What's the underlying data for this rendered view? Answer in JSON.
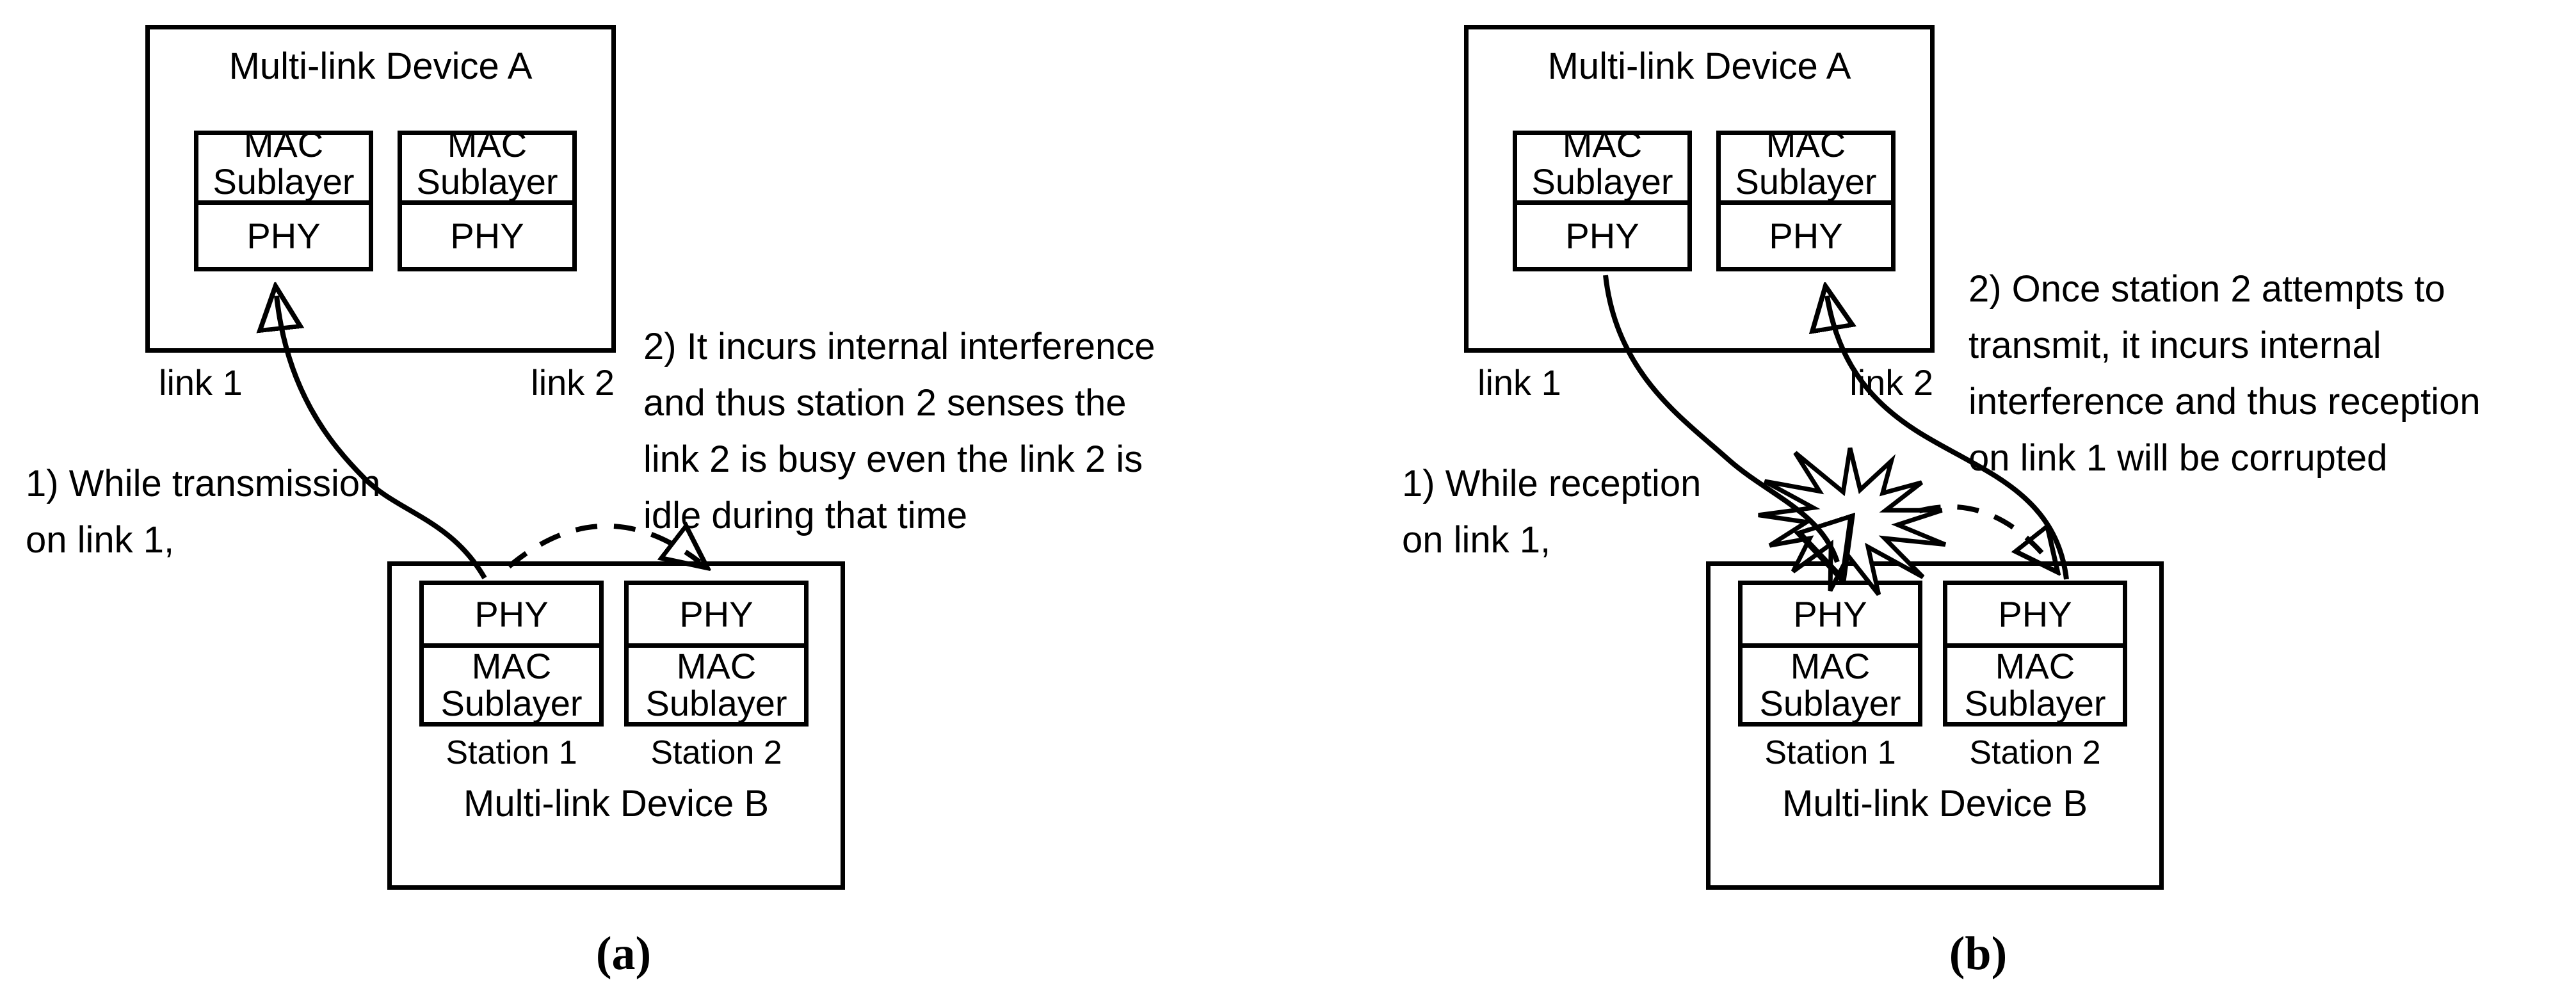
{
  "colors": {
    "ink": "#000000",
    "paper": "#ffffff"
  },
  "panel_a": {
    "caption": "(a)",
    "device_a": {
      "title": "Multi-link Device A",
      "unit1": {
        "upper": "MAC\nSublayer",
        "lower": "PHY"
      },
      "unit2": {
        "upper": "MAC\nSublayer",
        "lower": "PHY"
      }
    },
    "link1_label": "link 1",
    "link2_label": "link 2",
    "note1_lines": [
      "1) While transmission",
      "on link 1,"
    ],
    "note2_lines": [
      "2) It incurs internal interference",
      "and thus station 2 senses the",
      "link 2 is busy even the link 2 is",
      "idle during that time"
    ],
    "device_b": {
      "title": "Multi-link Device B",
      "station1": {
        "upper": "PHY",
        "lower": "MAC\nSublayer",
        "label": "Station 1"
      },
      "station2": {
        "upper": "PHY",
        "lower": "MAC\nSublayer",
        "label": "Station 2"
      }
    }
  },
  "panel_b": {
    "caption": "(b)",
    "device_a": {
      "title": "Multi-link Device A",
      "unit1": {
        "upper": "MAC\nSublayer",
        "lower": "PHY"
      },
      "unit2": {
        "upper": "MAC\nSublayer",
        "lower": "PHY"
      }
    },
    "link1_label": "link 1",
    "link2_label": "link 2",
    "note1_lines": [
      "1) While reception",
      "on link 1,"
    ],
    "note2_lines": [
      "2) Once station 2 attempts to",
      "transmit, it incurs internal",
      "interference and thus reception",
      "on link 1 will be corrupted"
    ],
    "device_b": {
      "title": "Multi-link Device B",
      "station1": {
        "upper": "PHY",
        "lower": "MAC\nSublayer",
        "label": "Station 1"
      },
      "station2": {
        "upper": "PHY",
        "lower": "MAC\nSublayer",
        "label": "Station 2"
      }
    }
  }
}
